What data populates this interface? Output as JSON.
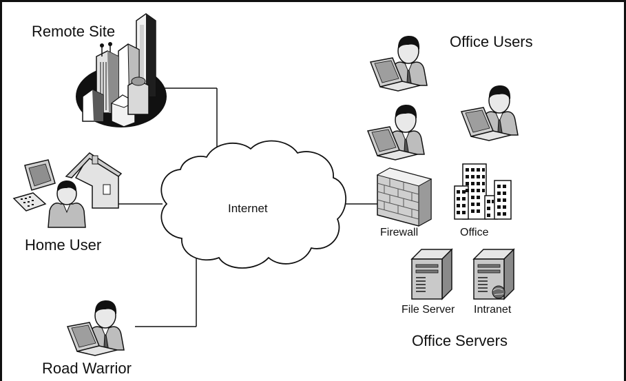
{
  "diagram": {
    "nodes": {
      "remote_site": {
        "label": "Remote Site",
        "icon": "office-buildings-icon"
      },
      "office_users": {
        "label": "Office Users",
        "icon": "laptop-user-icon"
      },
      "home_user": {
        "label": "Home User",
        "icon": "home-computer-user-icon"
      },
      "internet": {
        "label": "Internet",
        "icon": "cloud-icon"
      },
      "firewall": {
        "label": "Firewall",
        "icon": "brick-wall-icon"
      },
      "office": {
        "label": "Office",
        "icon": "office-building-icon"
      },
      "file_server": {
        "label": "File Server",
        "icon": "server-tower-icon"
      },
      "intranet": {
        "label": "Intranet",
        "icon": "server-globe-icon"
      },
      "office_servers": {
        "label": "Office Servers"
      },
      "road_warrior": {
        "label": "Road Warrior",
        "icon": "laptop-user-icon"
      }
    },
    "colors": {
      "stroke": "#111111",
      "fill_light": "#d9d9d9",
      "fill_dark": "#3a3a3a",
      "background": "#ffffff"
    }
  }
}
